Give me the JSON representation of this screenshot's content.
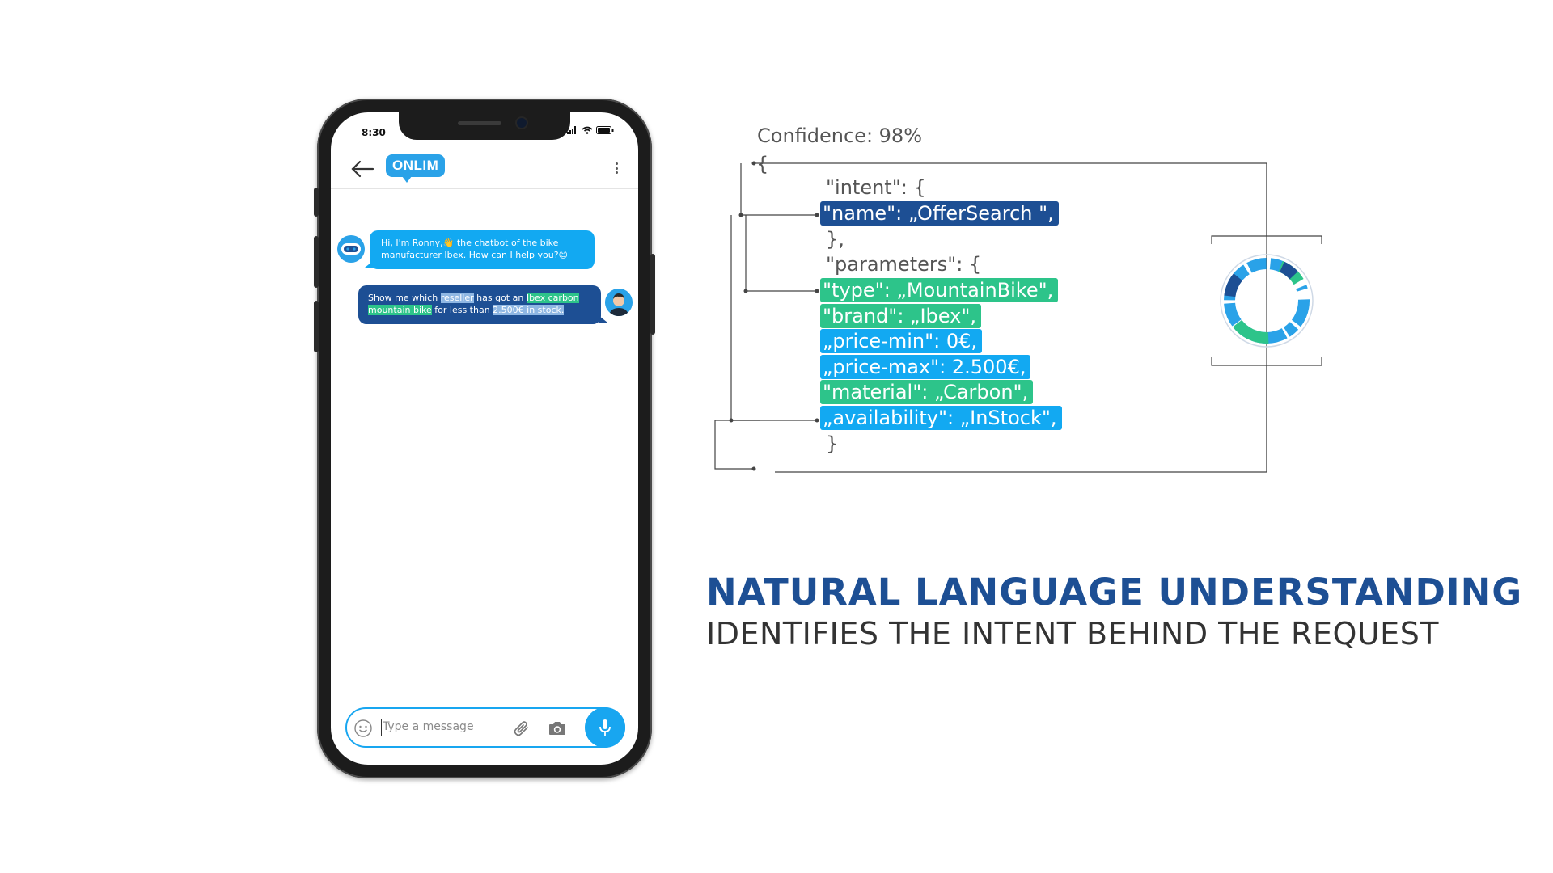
{
  "phone": {
    "status_time": "8:30",
    "app_logo": "ONLIM",
    "messages": {
      "bot": {
        "line1_prefix": "Hi, I'm Ronny,",
        "line1_emoji": "👋",
        "line1_suffix": " the chatbot of the bike",
        "line2": "manufacturer Ibex. How can I help you?",
        "line2_emoji": "😊"
      },
      "user": {
        "t1": "Show me which ",
        "h1": "reseller",
        "t2": " has got an ",
        "h2": "Ibex carbon",
        "h3": "mountain bike",
        "t3": " for less than ",
        "h4": "2.500€ in stock."
      }
    },
    "input": {
      "placeholder": "Type a message"
    },
    "icons": {
      "back": "back-arrow-icon",
      "menu": "more-vertical-icon",
      "emoji": "emoji-icon",
      "attach": "paperclip-icon",
      "camera": "camera-icon",
      "mic": "microphone-icon"
    }
  },
  "json_panel": {
    "confidence": "Confidence: 98%",
    "open_brace": "{",
    "intent_open": "\"intent\": {",
    "name_chip": "\"name\": „OfferSearch \",",
    "intent_close": "},",
    "parameters_open": "\"parameters\": {",
    "params": [
      {
        "text": "\"type\": „MountainBike\",",
        "color": "#2dc48a"
      },
      {
        "text": "\"brand\": „Ibex\",",
        "color": "#2dc48a"
      },
      {
        "text": "„price-min\": 0€,",
        "color": "#12a9f2"
      },
      {
        "text": "„price-max\": 2.500€,",
        "color": "#12a9f2"
      },
      {
        "text": "\"material\": „Carbon\",",
        "color": "#2dc48a"
      },
      {
        "text": "„availability\": „InStock\",",
        "color": "#12a9f2"
      }
    ],
    "parameters_close": "}"
  },
  "headline": {
    "title": "NATURAL LANGUAGE UNDERSTANDING",
    "subtitle": "IDENTIFIES THE INTENT BEHIND THE REQUEST"
  },
  "colors": {
    "dark_blue": "#1d4f94",
    "light_blue": "#12a9f2",
    "green": "#2dc48a"
  }
}
